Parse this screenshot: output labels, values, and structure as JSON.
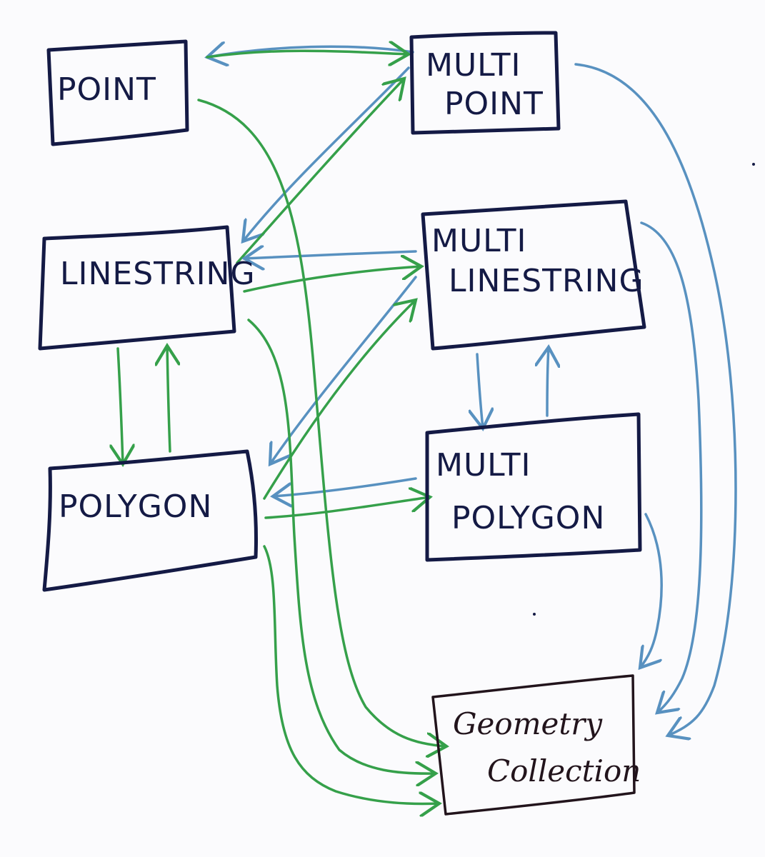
{
  "nodes": {
    "point": {
      "line1": "POINT"
    },
    "multipoint": {
      "line1": "MULTI",
      "line2": "POINT"
    },
    "linestring": {
      "line1": "LINESTRING"
    },
    "multilinestring": {
      "line1": "MULTI",
      "line2": "LINESTRING"
    },
    "polygon": {
      "line1": "POLYGON"
    },
    "multipolygon": {
      "line1": "MULTI",
      "line2": "POLYGON"
    },
    "geometrycollection": {
      "line1": "Geometry",
      "line2": "Collection"
    }
  },
  "colors": {
    "box_stroke": "#141a45",
    "green_arrow": "#35a04a",
    "blue_arrow": "#5891c0",
    "background": "#fbfbfd"
  }
}
